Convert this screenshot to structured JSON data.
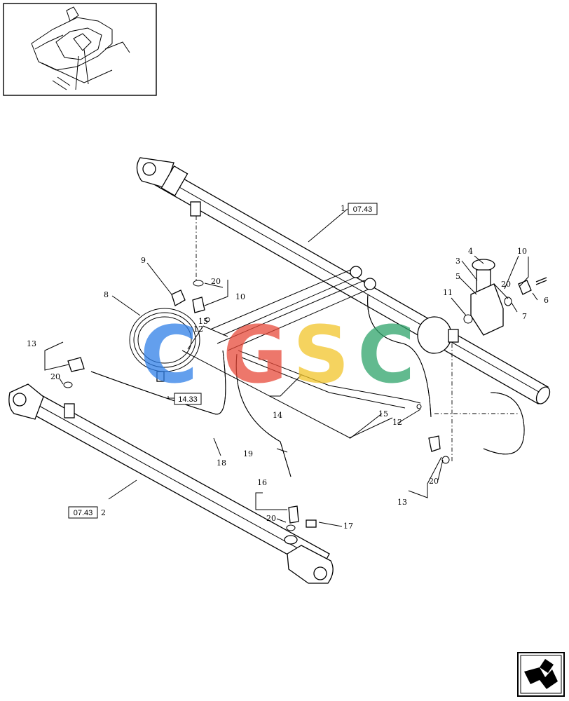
{
  "refs": {
    "r1": "07.43",
    "r2": "07.43",
    "r3": "14.33"
  },
  "labels": {
    "c1": "1",
    "c2": "2",
    "c3": "3",
    "c4": "4",
    "c5": "5",
    "c6": "6",
    "c7": "7",
    "c8": "8",
    "c9": "9",
    "c10a": "10",
    "c10b": "10",
    "c11": "11",
    "c12a": "12",
    "c12b": "12",
    "c13a": "13",
    "c13b": "13",
    "c14": "14",
    "c15a": "15",
    "c15b": "15",
    "c16": "16",
    "c17": "17",
    "c18": "18",
    "c19": "19",
    "c20a": "20",
    "c20b": "20",
    "c20c": "20",
    "c20d": "20",
    "c20e": "20"
  },
  "watermark": {
    "letters": [
      "C",
      "G",
      "S",
      "C"
    ],
    "colors": [
      "#2f7fe8",
      "#e84a3a",
      "#f2c52a",
      "#2ea36a"
    ]
  }
}
